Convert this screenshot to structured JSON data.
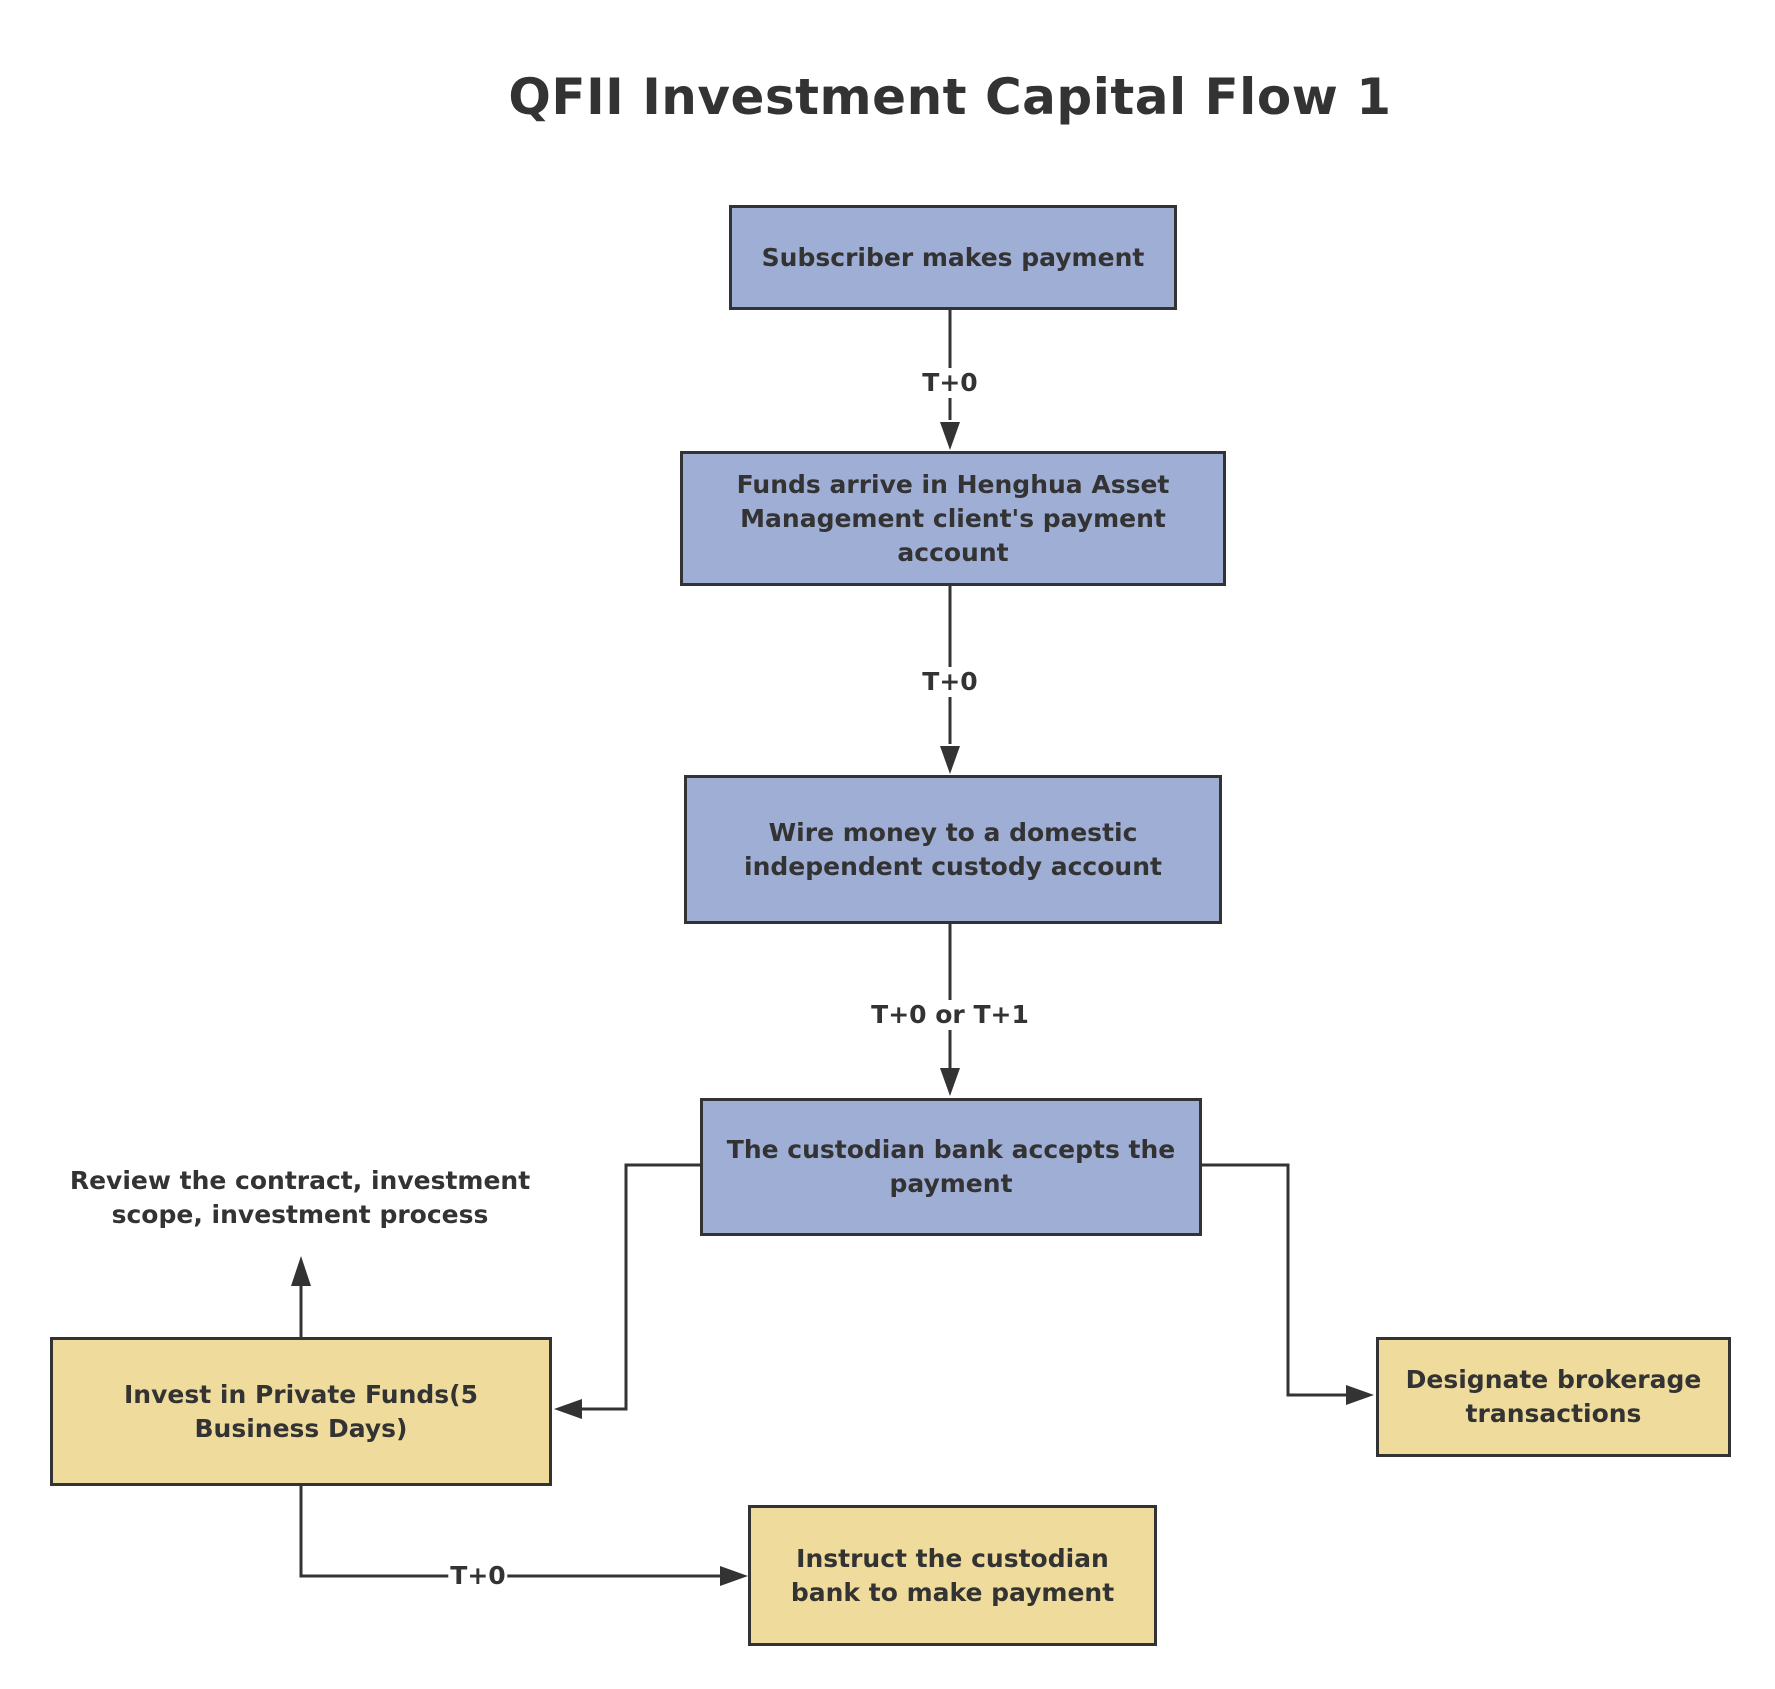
{
  "title": "QFII Investment Capital Flow 1",
  "nodes": {
    "subscriber": "Subscriber makes payment",
    "funds_arrive": "Funds arrive in Henghua Asset Management client's payment account",
    "wire_money": "Wire money to a domestic independent custody account",
    "custodian_accepts": "The custodian bank accepts the payment",
    "invest_private": "Invest in Private Funds(5 Business Days)",
    "designate_brokerage": "Designate brokerage transactions",
    "instruct_custodian": "Instruct the custodian bank to make payment"
  },
  "notes": {
    "review": "Review the contract, investment scope, investment process"
  },
  "edge_labels": {
    "subscriber_to_funds": "T+0",
    "funds_to_wire": "T+0",
    "wire_to_custodian": "T+0 or T+1",
    "invest_to_instruct": "T+0"
  },
  "colors": {
    "process_node": "#9faed5",
    "outcome_node": "#efdc9d",
    "stroke": "#333333"
  }
}
